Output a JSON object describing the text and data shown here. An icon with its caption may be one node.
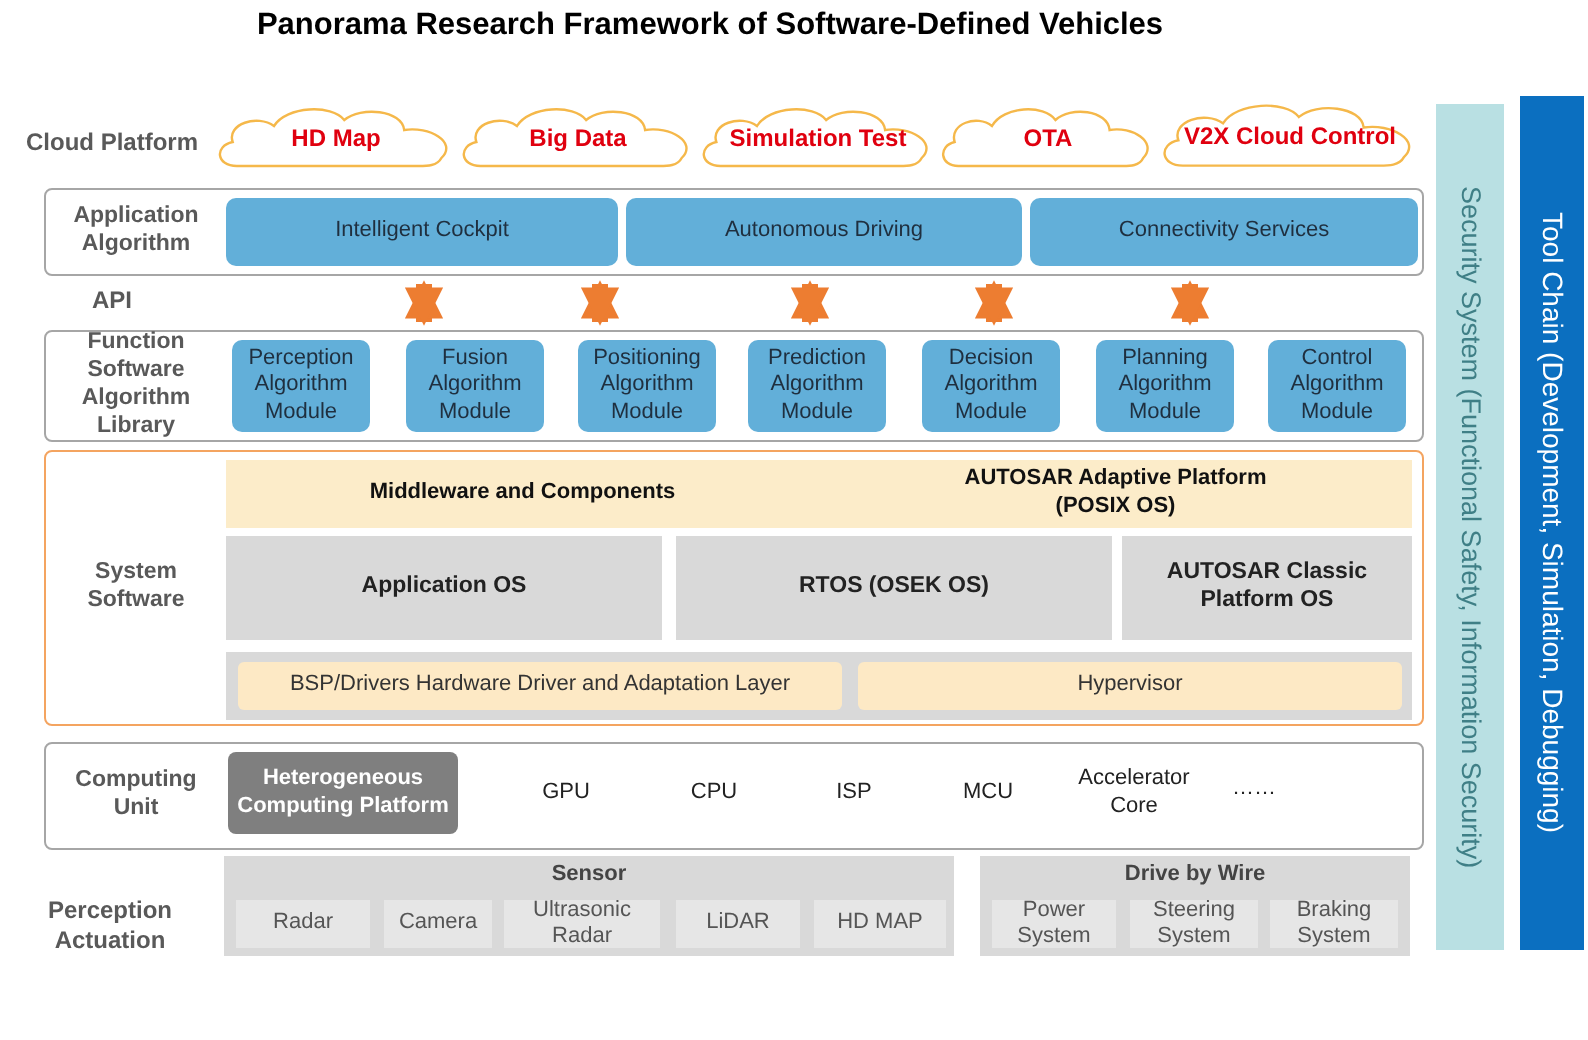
{
  "diagram": {
    "title": "Panorama Research Framework of Software-Defined Vehicles",
    "nodes": [
      {
        "text": [
          "HD Map"
        ]
      },
      {
        "text": [
          "Big Data"
        ]
      },
      {
        "text": [
          "Simulation Test"
        ]
      },
      {
        "text": [
          "OTA"
        ]
      },
      {
        "text": [
          "V2X Cloud Control"
        ]
      },
      {
        "text": [
          "Application Algorithm"
        ]
      },
      {
        "text": [
          "Intelligent Cockpit"
        ],
        "in": 5
      },
      {
        "text": [
          "Autonomous Driving"
        ],
        "in": 5
      },
      {
        "text": [
          "Connectivity Services"
        ],
        "in": 5
      },
      {
        "text": [
          "Function Software Algorithm Library"
        ]
      },
      {
        "text": [
          "Perception Algorithm Module"
        ],
        "in": 9
      },
      {
        "text": [
          "Fusion Algorithm Module"
        ],
        "in": 9
      },
      {
        "text": [
          "Positioning Algorithm Module"
        ],
        "in": 9
      },
      {
        "text": [
          "Prediction Algorithm Module"
        ],
        "in": 9
      },
      {
        "text": [
          "Decision Algorithm Module"
        ],
        "in": 9
      },
      {
        "text": [
          "Planning Algorithm Module"
        ],
        "in": 9
      },
      {
        "text": [
          "Control Algorithm Module"
        ],
        "in": 9
      },
      {
        "text": [
          "System Software"
        ]
      },
      {
        "text": [
          "Middleware and Components",
          "AUTOSAR Adaptive Platform (POSIX OS)"
        ],
        "in": 17
      },
      {
        "text": [
          "Application OS"
        ],
        "in": 17
      },
      {
        "text": [
          "RTOS (OSEK OS)"
        ],
        "in": 17
      },
      {
        "text": [
          "AUTOSAR Classic Platform OS"
        ],
        "in": 17
      },
      {
        "text": [],
        "shape": "box",
        "in": 17
      },
      {
        "text": [
          "BSP/Drivers Hardware Driver and Adaptation Layer"
        ],
        "in": 22
      },
      {
        "text": [
          "Hypervisor"
        ],
        "in": 22
      },
      {
        "text": [
          "Computing Unit"
        ]
      },
      {
        "text": [
          "Heterogeneous Computing Platform"
        ],
        "in": 25
      },
      {
        "text": [
          "Sensor"
        ]
      },
      {
        "text": [
          "Radar"
        ],
        "in": 27
      },
      {
        "text": [
          "Camera"
        ],
        "in": 27
      },
      {
        "text": [
          "Ultrasonic Radar"
        ],
        "in": 27
      },
      {
        "text": [
          "LiDAR"
        ],
        "in": 27
      },
      {
        "text": [
          "HD MAP"
        ],
        "in": 27
      },
      {
        "text": [
          "Drive by Wire"
        ]
      },
      {
        "text": [
          "Power System"
        ],
        "in": 33
      },
      {
        "text": [
          "Steering System"
        ],
        "in": 33
      },
      {
        "text": [
          "Braking System"
        ],
        "in": 33
      },
      {
        "text": [
          "Security System (Functional Safety, Information Security)"
        ]
      },
      {
        "text": [
          "Tool Chain (Development, Simulation, Debugging)"
        ]
      }
    ],
    "edges": [
      {
        "from": 5,
        "to": 9,
        "arrow": "both"
      },
      {
        "from": 5,
        "to": 9,
        "arrow": "both"
      },
      {
        "from": 5,
        "to": 9,
        "arrow": "both"
      },
      {
        "from": 5,
        "to": 9,
        "arrow": "both"
      },
      {
        "from": 5,
        "to": 9,
        "arrow": "both"
      }
    ],
    "labels": [
      "Cloud Platform",
      "API",
      "GPU",
      "CPU",
      "ISP",
      "MCU",
      "Accelerator Core",
      "……",
      "Perception Actuation"
    ]
  }
}
